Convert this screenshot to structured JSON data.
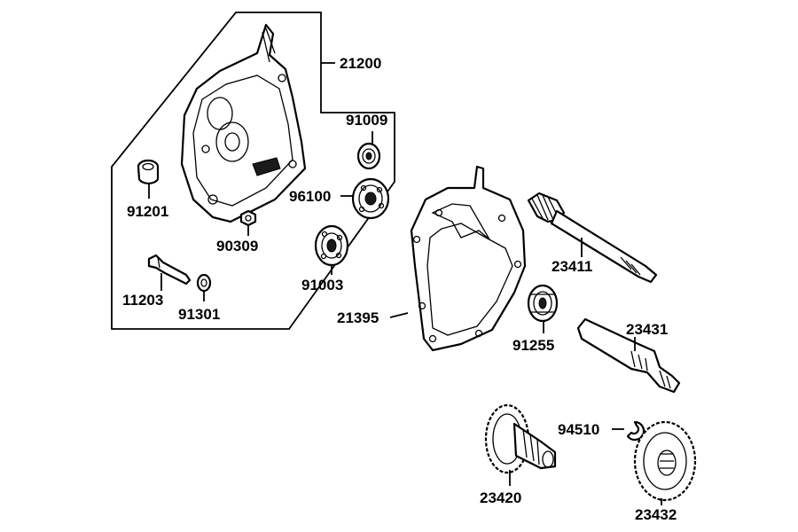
{
  "callouts": {
    "p21200": "21200",
    "p91009": "91009",
    "p96100": "96100",
    "p91201": "91201",
    "p90309": "90309",
    "p91003": "91003",
    "p11203": "11203",
    "p91301": "91301",
    "p21395": "21395",
    "p23411": "23411",
    "p91255": "91255",
    "p23431": "23431",
    "p94510": "94510",
    "p23420": "23420",
    "p23432": "23432"
  },
  "colors": {
    "ink": "#000000",
    "background": "#ffffff"
  }
}
